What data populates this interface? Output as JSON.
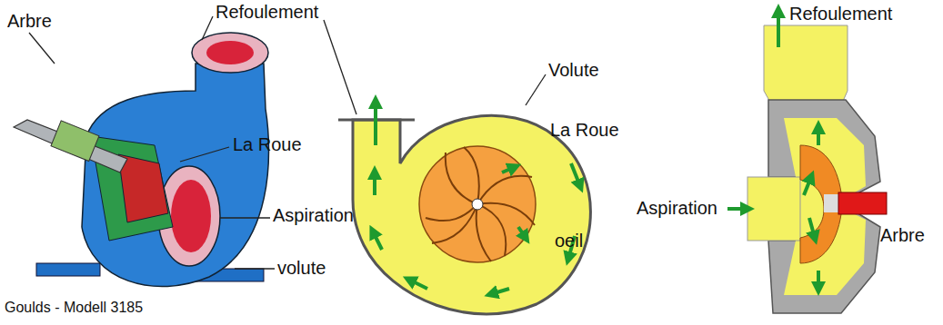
{
  "diagram": {
    "labels": [
      "Arbre",
      "Refoulement",
      "La Roue",
      "Aspiration",
      "volute",
      "Goulds - Modell 3185",
      "Volute",
      "La Roue",
      "oeil",
      "Refoulement",
      "Aspiration",
      "Arbre"
    ]
  }
}
